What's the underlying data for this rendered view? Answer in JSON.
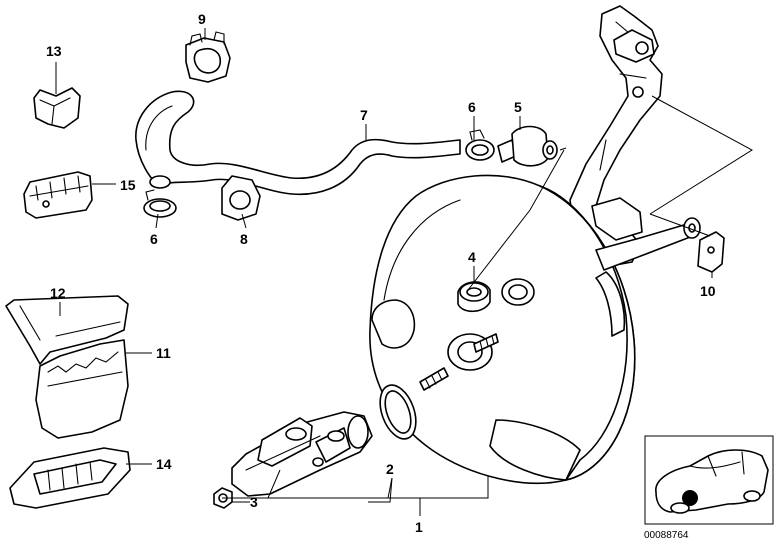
{
  "callouts": {
    "c1": "1",
    "c2": "2",
    "c3": "3",
    "c4": "4",
    "c5": "5",
    "c6a": "6",
    "c6b": "6",
    "c7": "7",
    "c8": "8",
    "c9": "9",
    "c10": "10",
    "c11": "11",
    "c12": "12",
    "c13": "13",
    "c14": "14",
    "c15": "15"
  },
  "reference_number": "00088764",
  "inset_marker_color": "#000000"
}
